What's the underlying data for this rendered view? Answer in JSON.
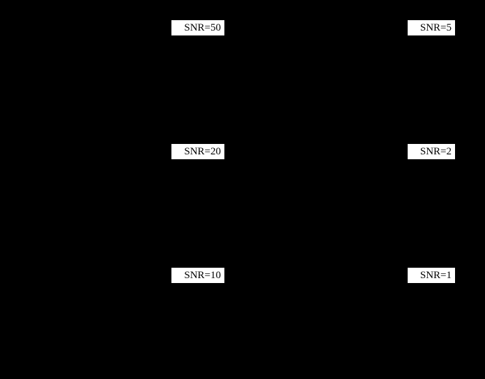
{
  "figure": {
    "background_color": "#000000",
    "label_style": {
      "background": "#ffffff",
      "text_color": "#000000"
    },
    "panels": [
      {
        "label": "SNR=50",
        "row": 1,
        "col": 1
      },
      {
        "label": "SNR=5",
        "row": 1,
        "col": 2
      },
      {
        "label": "SNR=20",
        "row": 2,
        "col": 1
      },
      {
        "label": "SNR=2",
        "row": 2,
        "col": 2
      },
      {
        "label": "SNR=10",
        "row": 3,
        "col": 1
      },
      {
        "label": "SNR=1",
        "row": 3,
        "col": 2
      }
    ]
  },
  "chart_data": {
    "type": "line",
    "layout": {
      "rows": 3,
      "cols": 2,
      "grid": "off",
      "legend": "none"
    },
    "subplots": [
      {
        "annotation": "SNR=50",
        "position": "row 1, col 1"
      },
      {
        "annotation": "SNR=5",
        "position": "row 1, col 2"
      },
      {
        "annotation": "SNR=20",
        "position": "row 2, col 1"
      },
      {
        "annotation": "SNR=2",
        "position": "row 2, col 2"
      },
      {
        "annotation": "SNR=10",
        "position": "row 3, col 1"
      },
      {
        "annotation": "SNR=1",
        "position": "row 3, col 2"
      }
    ],
    "visible_content_note": "Only the SNR annotation boxes are visible in the pixels; all subplot axes, ticks and curves render as solid black."
  }
}
